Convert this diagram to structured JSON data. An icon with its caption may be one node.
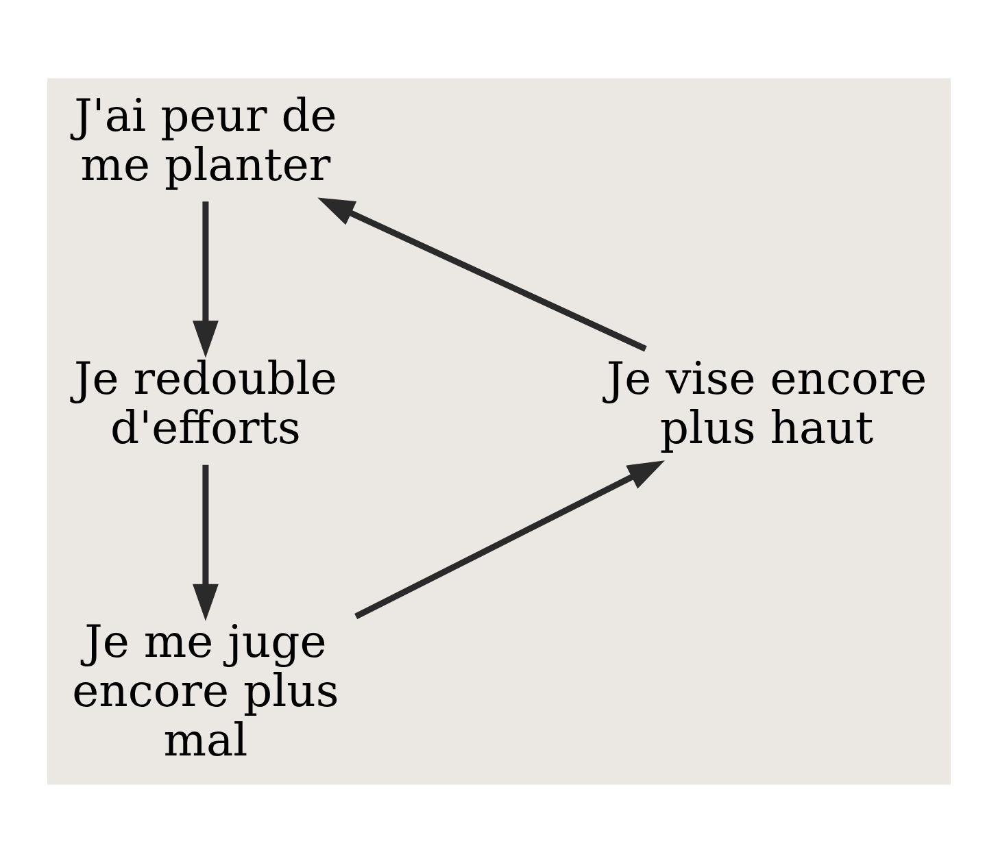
{
  "diagram": {
    "nodes": [
      {
        "text": [
          "J'ai peur de me planter"
        ]
      },
      {
        "text": [
          "Je redouble d'efforts"
        ]
      },
      {
        "text": [
          "Je me juge encore plus mal"
        ]
      },
      {
        "text": [
          "Je vise encore plus haut"
        ]
      }
    ],
    "edges": [
      {
        "from": 0,
        "to": 1,
        "arrow": "to"
      },
      {
        "from": 1,
        "to": 2,
        "arrow": "to"
      },
      {
        "from": 2,
        "to": 3,
        "arrow": "to"
      },
      {
        "from": 3,
        "to": 0,
        "arrow": "to"
      }
    ]
  }
}
